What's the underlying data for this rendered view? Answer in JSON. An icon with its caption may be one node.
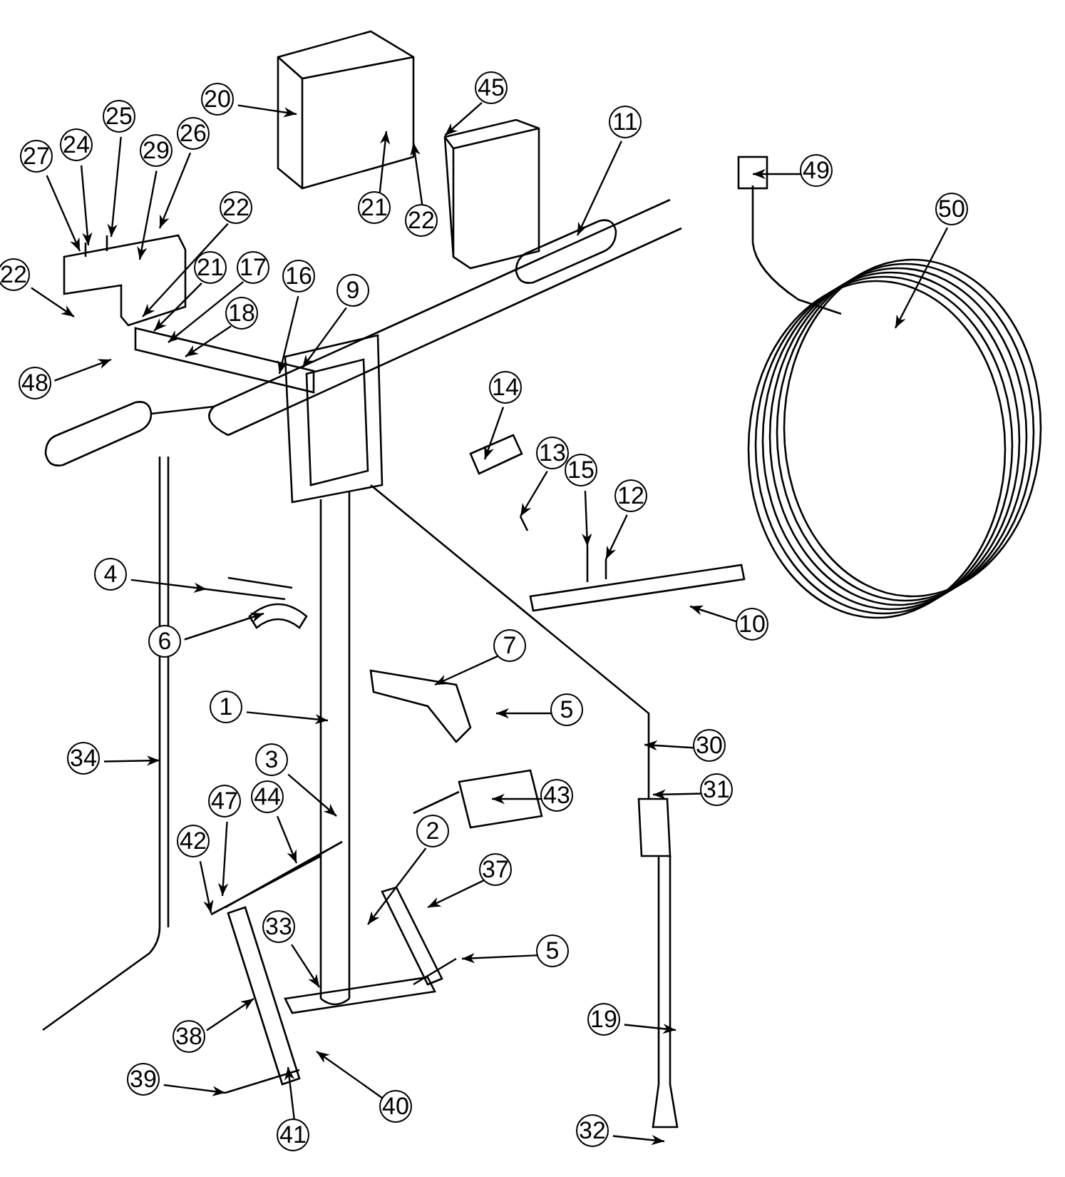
{
  "diagram": {
    "nodes": [
      {
        "text": [
          "45"
        ]
      },
      {
        "text": [
          "20"
        ]
      },
      {
        "text": [
          "11"
        ]
      },
      {
        "text": [
          "49"
        ]
      },
      {
        "text": [
          "25"
        ]
      },
      {
        "text": [
          "24"
        ]
      },
      {
        "text": [
          "26"
        ]
      },
      {
        "text": [
          "27"
        ]
      },
      {
        "text": [
          "29"
        ]
      },
      {
        "text": [
          "21"
        ]
      },
      {
        "text": [
          "50"
        ]
      },
      {
        "text": [
          "22"
        ]
      },
      {
        "text": [
          "22"
        ]
      },
      {
        "text": [
          "22"
        ]
      },
      {
        "text": [
          "21"
        ]
      },
      {
        "text": [
          "17"
        ]
      },
      {
        "text": [
          "16"
        ]
      },
      {
        "text": [
          "9"
        ]
      },
      {
        "text": [
          "18"
        ]
      },
      {
        "text": [
          "48"
        ]
      },
      {
        "text": [
          "14"
        ]
      },
      {
        "text": [
          "13"
        ]
      },
      {
        "text": [
          "15"
        ]
      },
      {
        "text": [
          "12"
        ]
      },
      {
        "text": [
          "4"
        ]
      },
      {
        "text": [
          "10"
        ]
      },
      {
        "text": [
          "6"
        ]
      },
      {
        "text": [
          "7"
        ]
      },
      {
        "text": [
          "5"
        ]
      },
      {
        "text": [
          "1"
        ]
      },
      {
        "text": [
          "30"
        ]
      },
      {
        "text": [
          "34"
        ]
      },
      {
        "text": [
          "3"
        ]
      },
      {
        "text": [
          "31"
        ]
      },
      {
        "text": [
          "43"
        ]
      },
      {
        "text": [
          "44"
        ]
      },
      {
        "text": [
          "47"
        ]
      },
      {
        "text": [
          "42"
        ]
      },
      {
        "text": [
          "2"
        ]
      },
      {
        "text": [
          "37"
        ]
      },
      {
        "text": [
          "33"
        ]
      },
      {
        "text": [
          "5"
        ]
      },
      {
        "text": [
          "19"
        ]
      },
      {
        "text": [
          "38"
        ]
      },
      {
        "text": [
          "39"
        ]
      },
      {
        "text": [
          "40"
        ]
      },
      {
        "text": [
          "32"
        ]
      },
      {
        "text": [
          "41"
        ]
      }
    ],
    "edges": [
      {
        "from": 0,
        "to": null,
        "arrow": "to"
      },
      {
        "from": 1,
        "to": null,
        "arrow": "to"
      },
      {
        "from": 2,
        "to": null,
        "arrow": "to"
      },
      {
        "from": 3,
        "to": null,
        "arrow": "to"
      },
      {
        "from": 4,
        "to": null,
        "arrow": "to"
      },
      {
        "from": 5,
        "to": null,
        "arrow": "to"
      },
      {
        "from": 6,
        "to": null,
        "arrow": "to"
      },
      {
        "from": 7,
        "to": null,
        "arrow": "to"
      },
      {
        "from": 8,
        "to": null,
        "arrow": "to"
      },
      {
        "from": 9,
        "to": null,
        "arrow": "to"
      },
      {
        "from": 10,
        "to": null,
        "arrow": "to"
      },
      {
        "from": 11,
        "to": null,
        "arrow": "to"
      },
      {
        "from": 12,
        "to": null,
        "arrow": "to"
      },
      {
        "from": 13,
        "to": null,
        "arrow": "to"
      },
      {
        "from": 14,
        "to": null,
        "arrow": "to"
      },
      {
        "from": 15,
        "to": null,
        "arrow": "to"
      },
      {
        "from": 16,
        "to": null,
        "arrow": "to"
      },
      {
        "from": 17,
        "to": null,
        "arrow": "to"
      },
      {
        "from": 18,
        "to": null,
        "arrow": "to"
      },
      {
        "from": 19,
        "to": null,
        "arrow": "to"
      },
      {
        "from": 20,
        "to": null,
        "arrow": "to"
      },
      {
        "from": 21,
        "to": null,
        "arrow": "to"
      },
      {
        "from": 22,
        "to": null,
        "arrow": "to"
      },
      {
        "from": 23,
        "to": null,
        "arrow": "to"
      },
      {
        "from": 24,
        "to": null,
        "arrow": "to"
      },
      {
        "from": 25,
        "to": null,
        "arrow": "to"
      },
      {
        "from": 26,
        "to": null,
        "arrow": "to"
      },
      {
        "from": 27,
        "to": null,
        "arrow": "to"
      },
      {
        "from": 28,
        "to": null,
        "arrow": "to"
      },
      {
        "from": 29,
        "to": null,
        "arrow": "to"
      },
      {
        "from": 30,
        "to": null,
        "arrow": "to"
      },
      {
        "from": 31,
        "to": null,
        "arrow": "to"
      },
      {
        "from": 32,
        "to": null,
        "arrow": "to"
      },
      {
        "from": 33,
        "to": null,
        "arrow": "to"
      },
      {
        "from": 34,
        "to": null,
        "arrow": "to"
      },
      {
        "from": 35,
        "to": null,
        "arrow": "to"
      },
      {
        "from": 36,
        "to": null,
        "arrow": "to"
      },
      {
        "from": 37,
        "to": null,
        "arrow": "to"
      },
      {
        "from": 38,
        "to": null,
        "arrow": "to"
      },
      {
        "from": 39,
        "to": null,
        "arrow": "to"
      },
      {
        "from": 40,
        "to": null,
        "arrow": "to"
      },
      {
        "from": 41,
        "to": null,
        "arrow": "to"
      },
      {
        "from": 42,
        "to": null,
        "arrow": "to"
      },
      {
        "from": 43,
        "to": null,
        "arrow": "to"
      },
      {
        "from": 44,
        "to": null,
        "arrow": "to"
      },
      {
        "from": 45,
        "to": null,
        "arrow": "to"
      },
      {
        "from": 46,
        "to": null,
        "arrow": "to"
      },
      {
        "from": 47,
        "to": null,
        "arrow": "to"
      }
    ]
  }
}
